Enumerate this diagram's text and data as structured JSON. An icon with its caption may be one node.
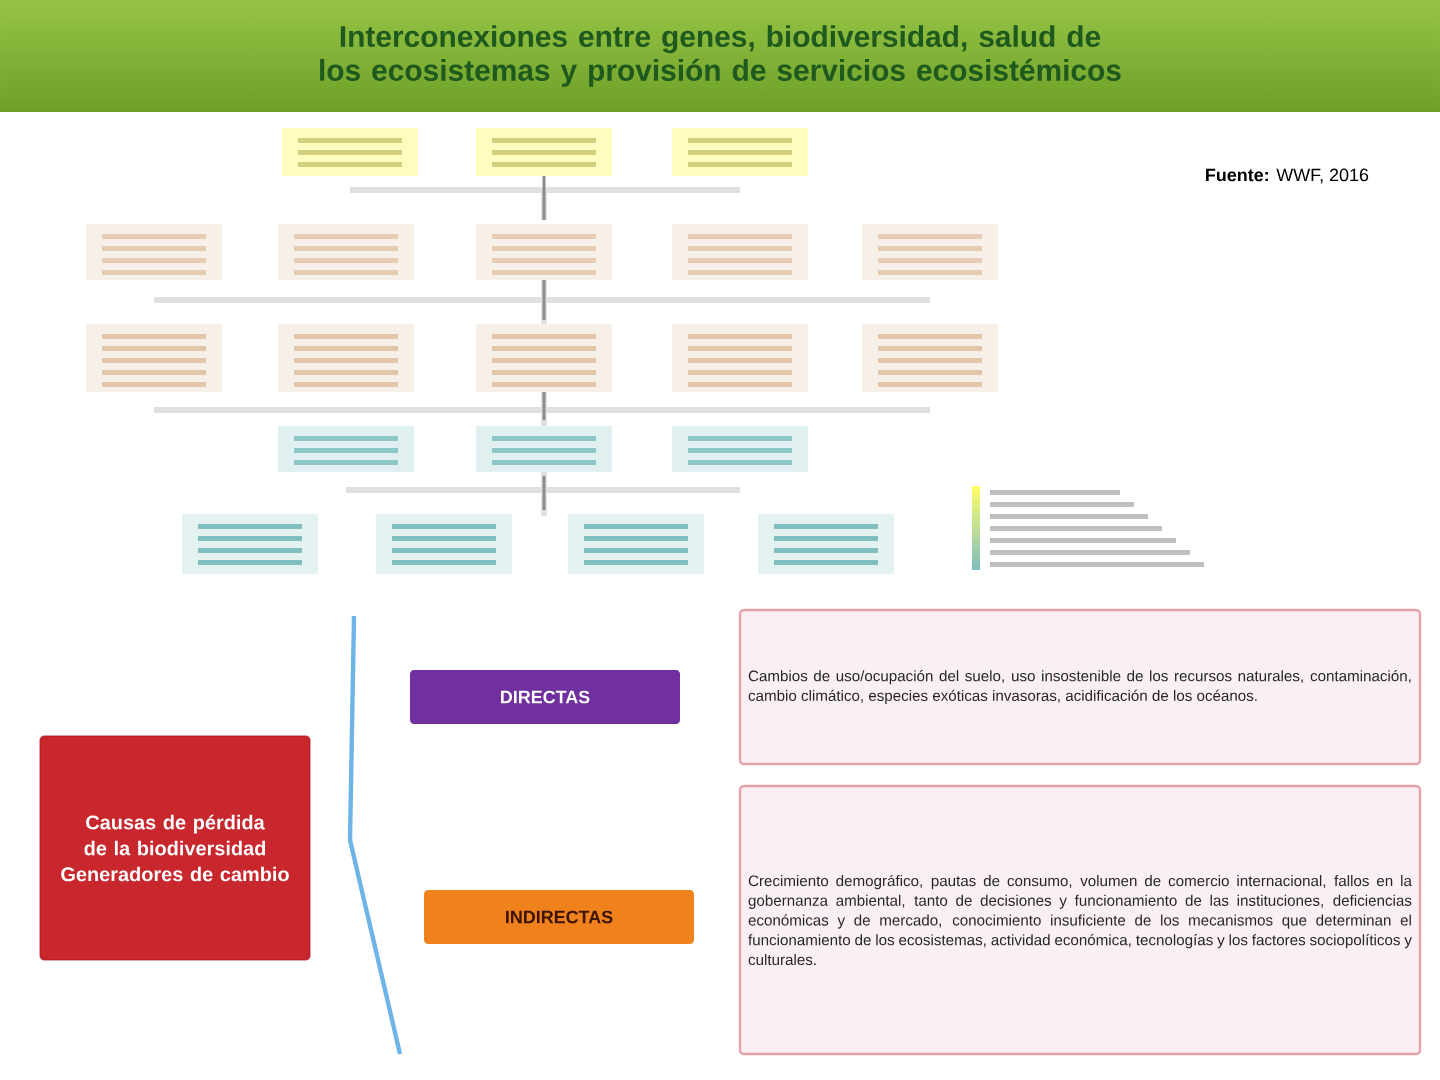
{
  "diagram": {
    "title": "Interconexiones entre genes, biodiversidad, salud de los ecosistemas y provisión de servicios ecosistémicos",
    "nodes": [
      {
        "text": [],
        "shape": "picture"
      },
      {
        "text": [
          "Causas de pérdida de la biodiversidad Generadores de cambio"
        ]
      },
      {
        "text": [
          "DIRECTAS"
        ]
      },
      {
        "text": [
          "INDIRECTAS"
        ]
      },
      {
        "text": [
          "Cambios de uso/ocupación del suelo, uso insostenible de los recursos naturales, contaminación, cambio climático, especies exóticas invasoras, acidificación de los océanos."
        ]
      },
      {
        "text": [
          "Crecimiento demográfico, pautas de consumo, volumen de comercio internacional, fallos en la gobernanza ambiental, tanto de decisiones y funcionamiento de las instituciones, deficiencias económicas y de mercado, conocimiento insuficiente de los mecanismos que determinan el funcionamiento de los ecosistemas, actividad económica, tecnologías y los factores sociopolíticos y culturales."
        ]
      }
    ],
    "edges": [],
    "labels": [
      "**Fuente:** WWF, 2016"
    ]
  }
}
